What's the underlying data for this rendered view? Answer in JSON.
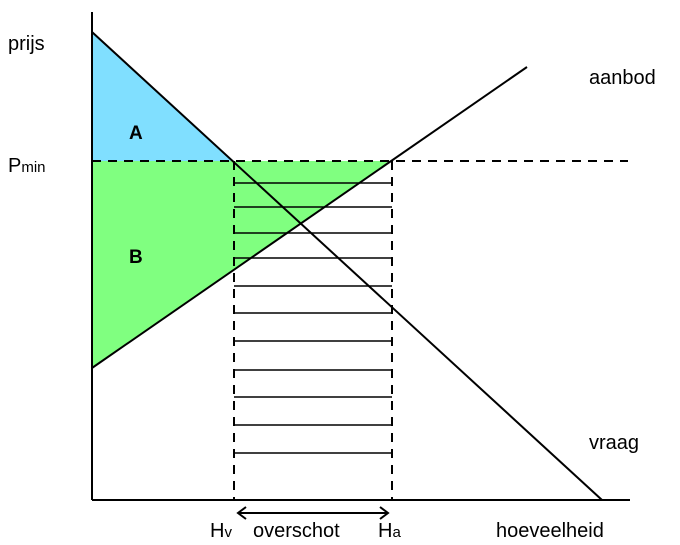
{
  "labels": {
    "price_axis": "prijs",
    "quantity_axis": "hoeveelheid",
    "supply": "aanbod",
    "demand": "vraag",
    "pmin_main": "P",
    "pmin_sub": "min",
    "hv_main": "H",
    "hv_sub": "v",
    "ha_main": "H",
    "ha_sub": "a",
    "surplus": "overschot",
    "area_a": "A",
    "area_b": "B"
  },
  "colors": {
    "area_a": "#80dfff",
    "area_b": "#80ff80",
    "lines": "#000000"
  }
}
